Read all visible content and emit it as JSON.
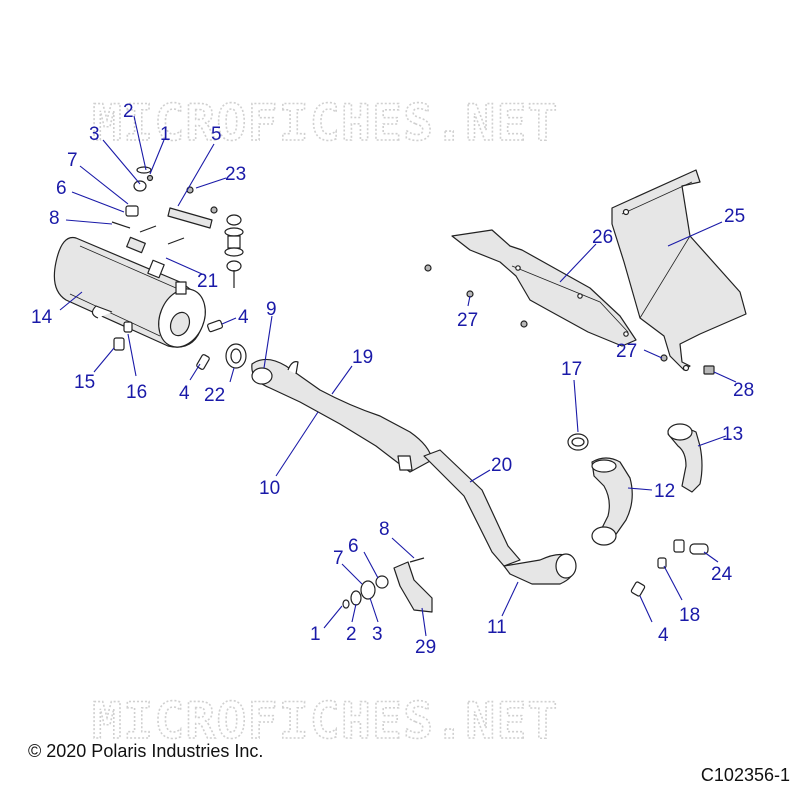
{
  "watermark": "MICROFICHES.NET",
  "copyright": "© 2020 Polaris Industries Inc.",
  "figure_id": "C102356-1",
  "callouts": [
    {
      "id": "c2a",
      "label": "2"
    },
    {
      "id": "c3a",
      "label": "3"
    },
    {
      "id": "c1a",
      "label": "1"
    },
    {
      "id": "c5",
      "label": "5"
    },
    {
      "id": "c7a",
      "label": "7"
    },
    {
      "id": "c23",
      "label": "23"
    },
    {
      "id": "c6a",
      "label": "6"
    },
    {
      "id": "c8a",
      "label": "8"
    },
    {
      "id": "c25",
      "label": "25"
    },
    {
      "id": "c26",
      "label": "26"
    },
    {
      "id": "c21",
      "label": "21"
    },
    {
      "id": "c9",
      "label": "9"
    },
    {
      "id": "c14",
      "label": "14"
    },
    {
      "id": "c4a",
      "label": "4"
    },
    {
      "id": "c27a",
      "label": "27"
    },
    {
      "id": "c27b",
      "label": "27"
    },
    {
      "id": "c19",
      "label": "19"
    },
    {
      "id": "c17",
      "label": "17"
    },
    {
      "id": "c15",
      "label": "15"
    },
    {
      "id": "c16",
      "label": "16"
    },
    {
      "id": "c4b",
      "label": "4"
    },
    {
      "id": "c22",
      "label": "22"
    },
    {
      "id": "c28",
      "label": "28"
    },
    {
      "id": "c13",
      "label": "13"
    },
    {
      "id": "c20",
      "label": "20"
    },
    {
      "id": "c10",
      "label": "10"
    },
    {
      "id": "c12",
      "label": "12"
    },
    {
      "id": "c8b",
      "label": "8"
    },
    {
      "id": "c6b",
      "label": "6"
    },
    {
      "id": "c7b",
      "label": "7"
    },
    {
      "id": "c24",
      "label": "24"
    },
    {
      "id": "c18",
      "label": "18"
    },
    {
      "id": "c11",
      "label": "11"
    },
    {
      "id": "c1b",
      "label": "1"
    },
    {
      "id": "c2b",
      "label": "2"
    },
    {
      "id": "c3b",
      "label": "3"
    },
    {
      "id": "c4c",
      "label": "4"
    },
    {
      "id": "c29",
      "label": "29"
    }
  ]
}
